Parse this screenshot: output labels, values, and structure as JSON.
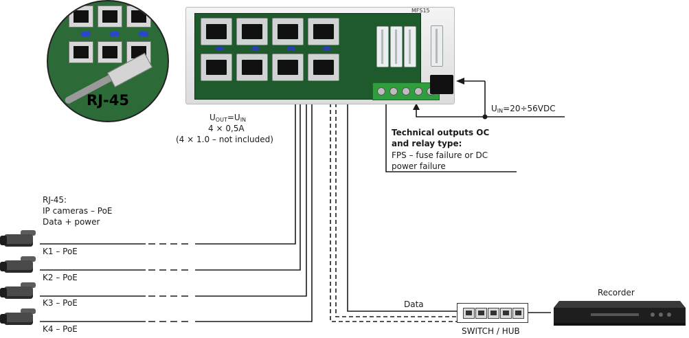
{
  "zoom_label": "RJ-45",
  "board_label": "MFS15",
  "output_spec": {
    "u_out": "U",
    "u_out_sub": "OUT",
    "u_eq": "=U",
    "u_in_sub": "IN",
    "line2": "4 × 0,5A",
    "line3": "(4 × 1.0 – not included)"
  },
  "input_spec": {
    "u": "U",
    "sub": "IN",
    "value": "=20÷56VDC"
  },
  "technical": {
    "heading1": "Technical outputs OC",
    "heading2": "and relay type:",
    "line1": "FPS – fuse failure or DC",
    "line2": "power failure"
  },
  "rj45_caption": {
    "line1": "RJ-45:",
    "line2": "IP cameras – PoE",
    "line3": "Data + power"
  },
  "cameras": [
    {
      "label": "K1 – PoE"
    },
    {
      "label": "K2 – PoE"
    },
    {
      "label": "K3 – PoE"
    },
    {
      "label": "K4 – PoE"
    }
  ],
  "data_label": "Data",
  "switch_label": "SWITCH / HUB",
  "recorder_label": "Recorder",
  "colors": {
    "pcb": "#1f5a2c",
    "terminal": "#2f9e3c",
    "led": "#2a3fae",
    "wire": "#1a1a1a"
  }
}
